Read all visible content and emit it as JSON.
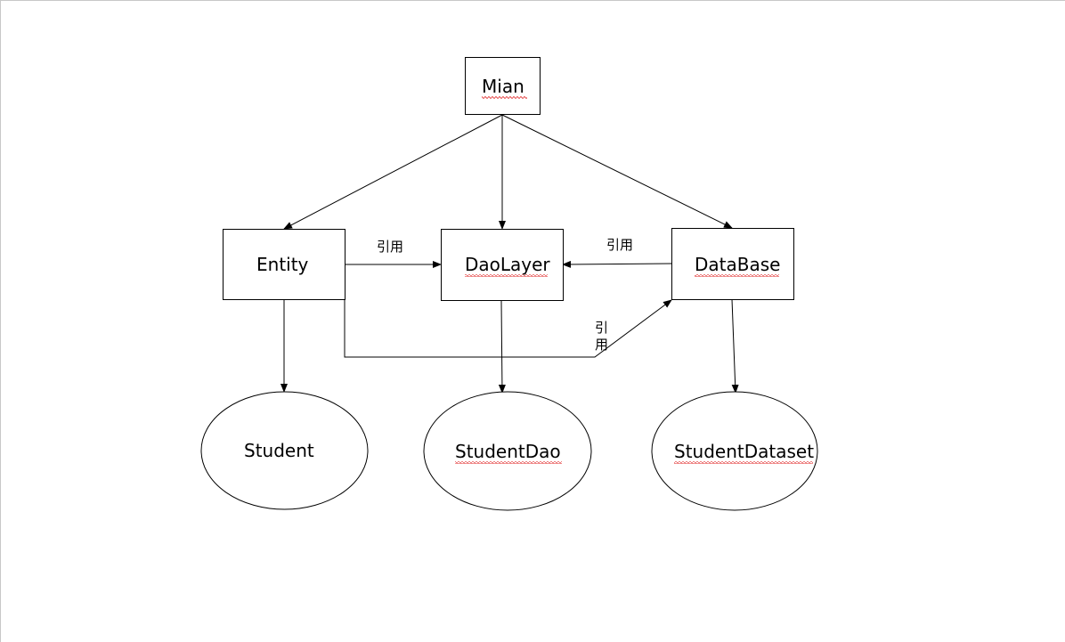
{
  "nodes": {
    "mian": {
      "label": "Mian",
      "shape": "rect",
      "spellcheck_underline": true
    },
    "entity": {
      "label": "Entity",
      "shape": "rect",
      "spellcheck_underline": false
    },
    "daolayer": {
      "label": "DaoLayer",
      "shape": "rect",
      "spellcheck_underline": true
    },
    "database": {
      "label": "DataBase",
      "shape": "rect",
      "spellcheck_underline": true
    },
    "student": {
      "label": "Student",
      "shape": "ellipse",
      "spellcheck_underline": false
    },
    "studentdao": {
      "label": "StudentDao",
      "shape": "ellipse",
      "spellcheck_underline": true
    },
    "studentdataset": {
      "label": "StudentDataset",
      "shape": "ellipse",
      "spellcheck_underline": true
    }
  },
  "edges": [
    {
      "from": "mian",
      "to": "entity",
      "label": ""
    },
    {
      "from": "mian",
      "to": "daolayer",
      "label": ""
    },
    {
      "from": "mian",
      "to": "database",
      "label": ""
    },
    {
      "from": "entity",
      "to": "daolayer",
      "label": "引用"
    },
    {
      "from": "database",
      "to": "daolayer",
      "label": "引用"
    },
    {
      "from": "entity",
      "to": "database",
      "label_lines": [
        "引",
        "用"
      ]
    },
    {
      "from": "entity",
      "to": "student",
      "label": ""
    },
    {
      "from": "daolayer",
      "to": "studentdao",
      "label": ""
    },
    {
      "from": "database",
      "to": "studentdataset",
      "label": ""
    }
  ],
  "colors": {
    "stroke": "#000000",
    "background": "#ffffff",
    "spellcheck": "#e02020"
  }
}
